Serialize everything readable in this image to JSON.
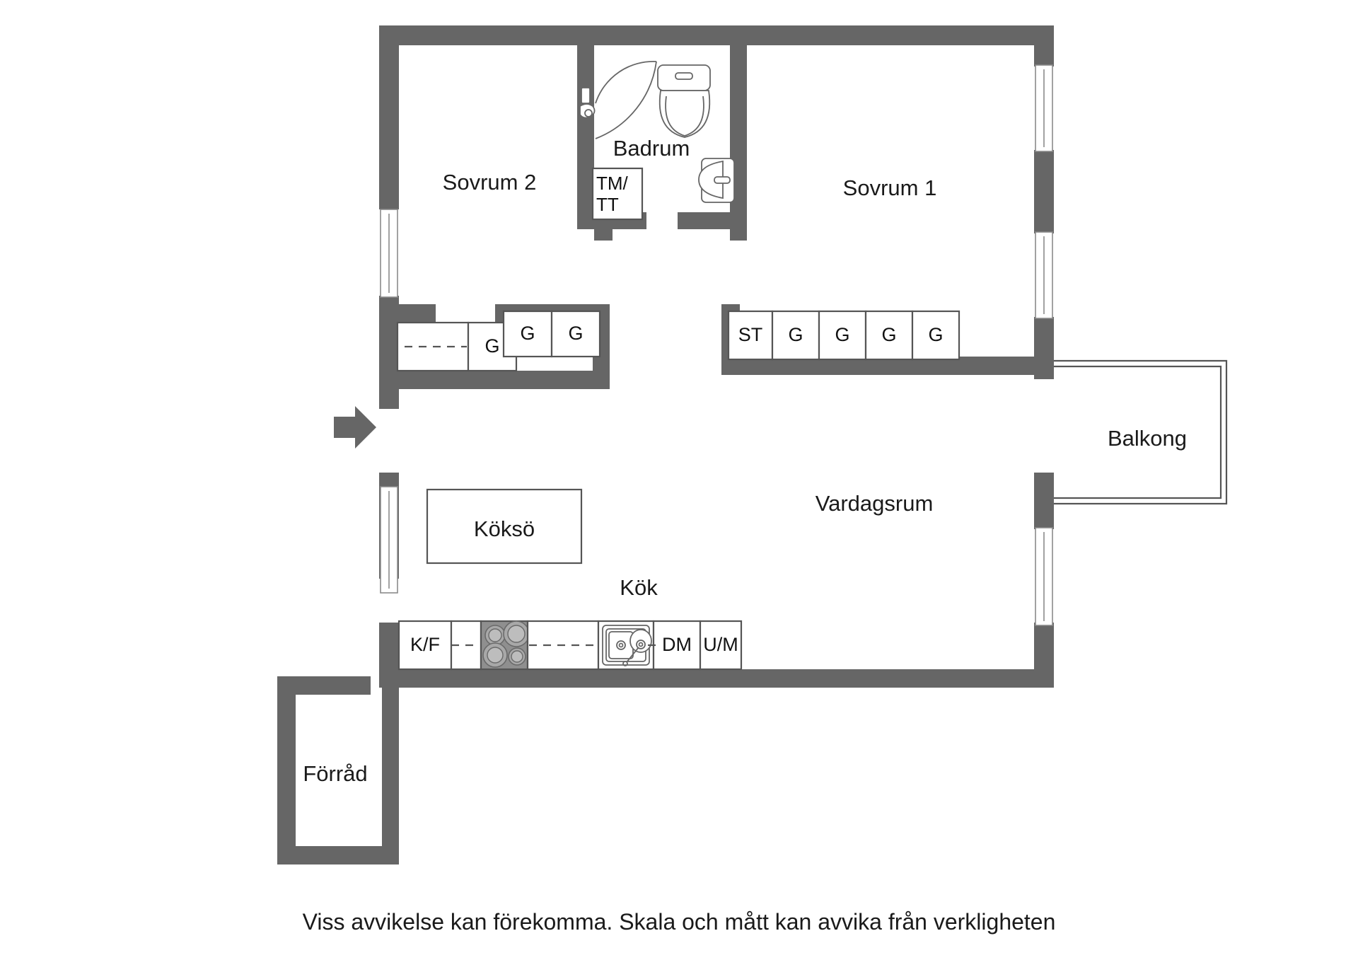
{
  "document": {
    "type": "floor-plan",
    "caption": "Viss avvikelse kan förekomma. Skala och mått kan avvika från verkligheten"
  },
  "rooms": {
    "sovrum2": "Sovrum 2",
    "sovrum1": "Sovrum 1",
    "badrum": "Badrum",
    "vardagsrum": "Vardagsrum",
    "kok": "Kök",
    "koekso": "Köksö",
    "balkong": "Balkong",
    "forrad": "Förråd"
  },
  "fixtures": {
    "tm_tt": "TM/\nTT",
    "tm_tt_line1": "TM/",
    "tm_tt_line2": "TT",
    "kf": "K/F",
    "dm": "DM",
    "um": "U/M",
    "st": "ST"
  },
  "closets": {
    "sovrum2": [
      {
        "label": "G"
      },
      {
        "label": "G"
      },
      {
        "label": "G"
      }
    ],
    "sovrum1": [
      {
        "label": "ST"
      },
      {
        "label": "G"
      },
      {
        "label": "G"
      },
      {
        "label": "G"
      },
      {
        "label": "G"
      }
    ]
  },
  "icons": {
    "entrance": "entrance-arrow-icon",
    "toilet": "toilet-icon",
    "sink_bath": "bathroom-sink-icon",
    "shower": "shower-icon",
    "stove": "stove-icon",
    "kitchen_sink": "kitchen-sink-icon"
  },
  "colors": {
    "wall": "#666666",
    "line": "#555555",
    "text": "#1a1a1a",
    "background": "#ffffff",
    "stove": "#8f8f8f"
  }
}
